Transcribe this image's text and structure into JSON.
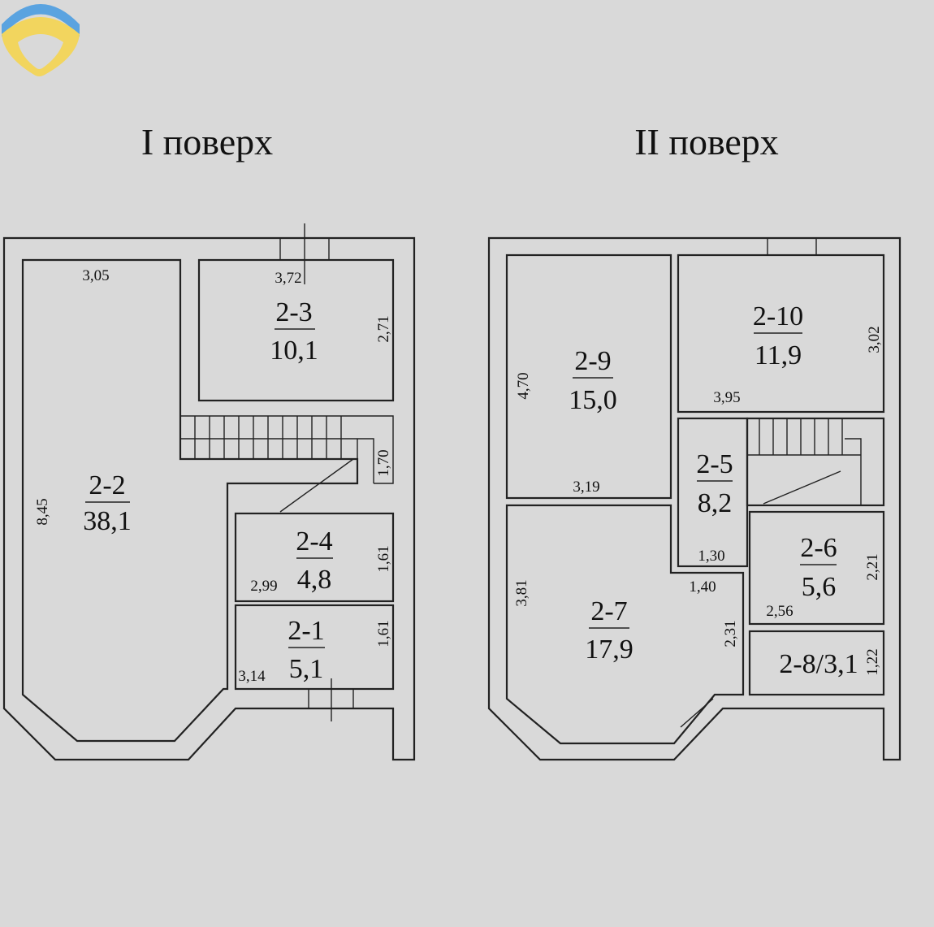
{
  "logo": {
    "colors": {
      "top": "#5aa3e0",
      "bottom": "#f2d55e"
    }
  },
  "floor1": {
    "title": "I поверх",
    "rooms": [
      {
        "id": "2-2",
        "area": "38,1"
      },
      {
        "id": "2-3",
        "area": "10,1"
      },
      {
        "id": "2-4",
        "area": "4,8"
      },
      {
        "id": "2-1",
        "area": "5,1"
      }
    ],
    "dims": [
      "3,05",
      "3,72",
      "2,71",
      "8,45",
      "1,70",
      "1,61",
      "2,99",
      "1,61",
      "3,14"
    ]
  },
  "floor2": {
    "title": "II поверх",
    "rooms": [
      {
        "id": "2-9",
        "area": "15,0"
      },
      {
        "id": "2-10",
        "area": "11,9"
      },
      {
        "id": "2-5",
        "area": "8,2"
      },
      {
        "id": "2-6",
        "area": "5,6"
      },
      {
        "id": "2-7",
        "area": "17,9"
      },
      {
        "label": "2-8/3,1"
      }
    ],
    "dims": [
      "4,70",
      "3,19",
      "3,02",
      "3,95",
      "1,30",
      "2,21",
      "2,56",
      "1,40",
      "3,81",
      "2,31",
      "1,22"
    ]
  }
}
